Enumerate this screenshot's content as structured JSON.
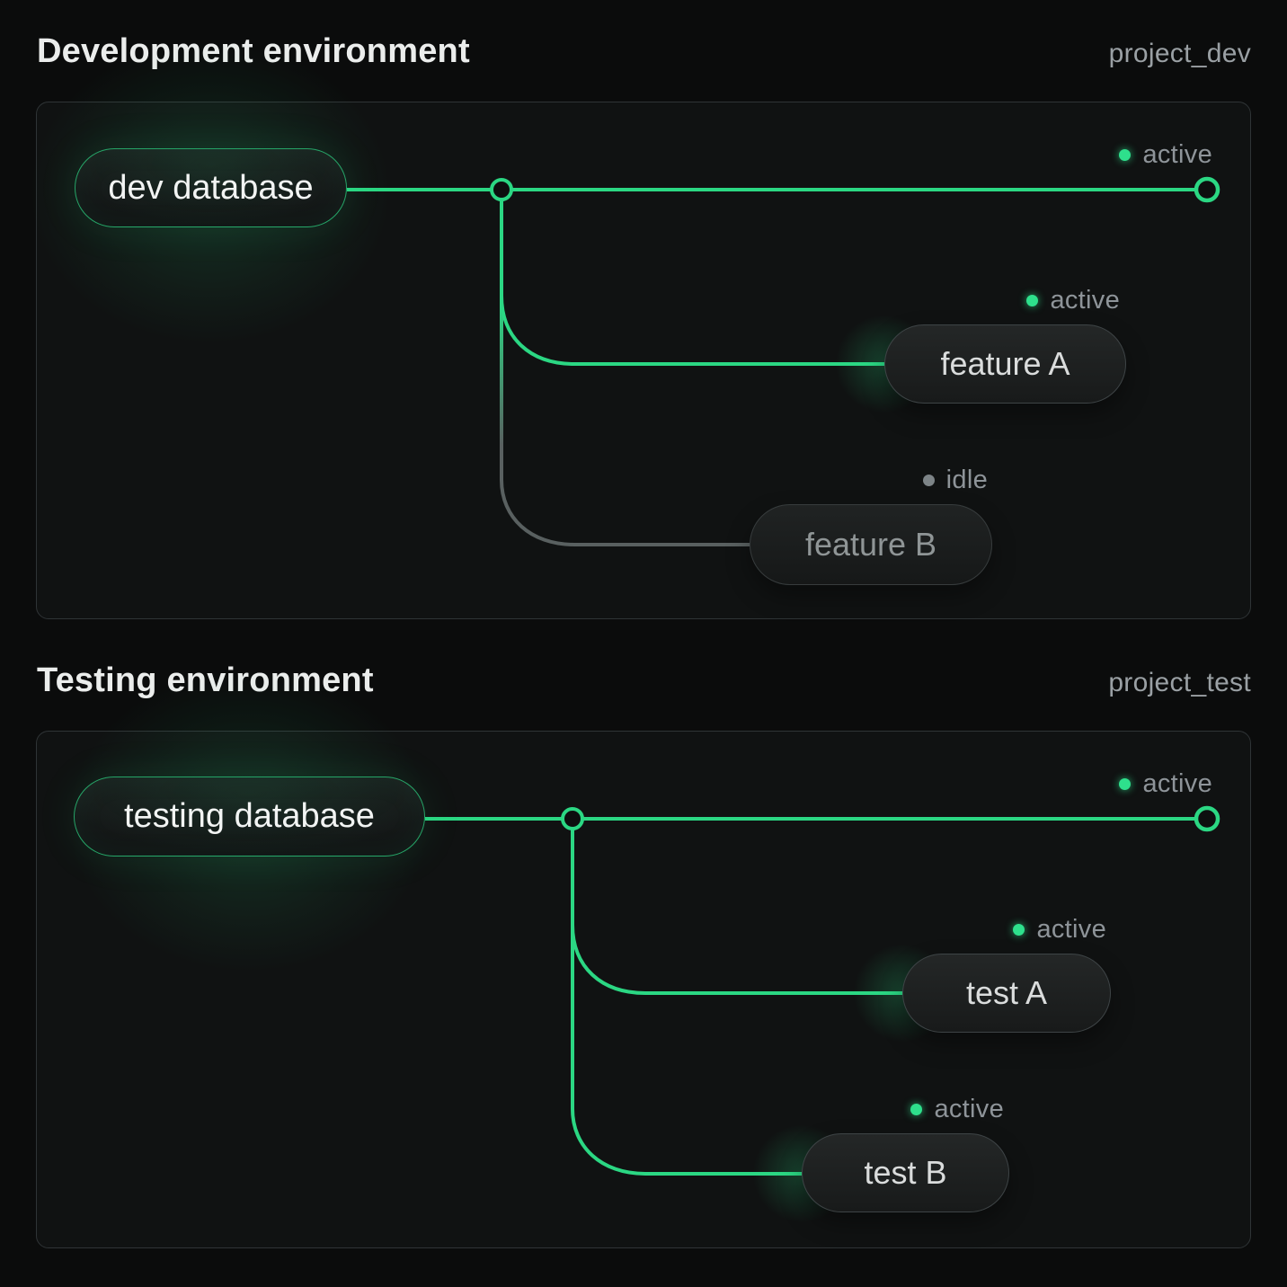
{
  "colors": {
    "background": "#0b0c0c",
    "panel_border": "#2f3436",
    "accent_green": "#2bd783",
    "status_dot_active": "#2ee08c",
    "status_dot_idle": "#7d8487",
    "idle_line": "#596060",
    "heading_text": "#ebedec",
    "muted_text": "#9aa0a4",
    "status_text": "#8e9499"
  },
  "sections": [
    {
      "title": "Development environment",
      "project": "project_dev",
      "root": {
        "label": "dev database"
      },
      "main_branch": {
        "status": "active"
      },
      "branches": [
        {
          "label": "feature A",
          "status": "active"
        },
        {
          "label": "feature B",
          "status": "idle"
        }
      ]
    },
    {
      "title": "Testing environment",
      "project": "project_test",
      "root": {
        "label": "testing database"
      },
      "main_branch": {
        "status": "active"
      },
      "branches": [
        {
          "label": "test A",
          "status": "active"
        },
        {
          "label": "test B",
          "status": "active"
        }
      ]
    }
  ]
}
